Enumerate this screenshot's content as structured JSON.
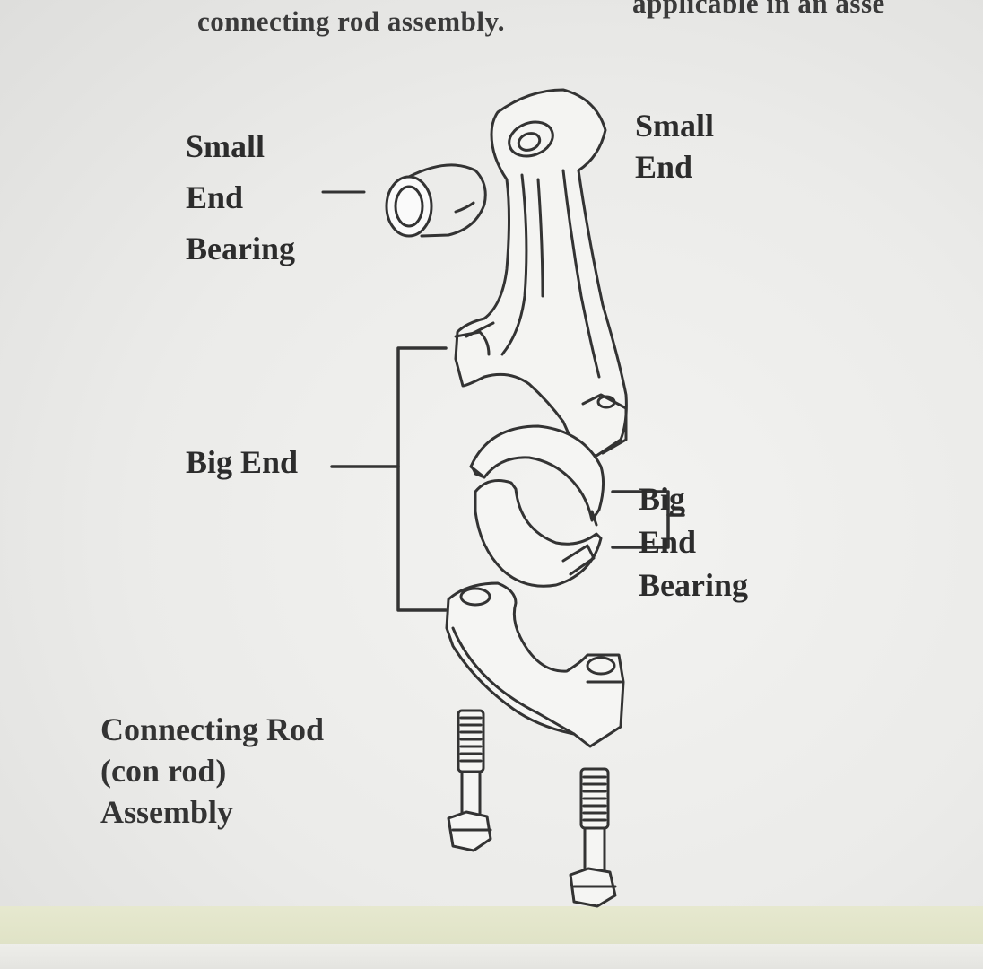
{
  "header": {
    "line1": "applicable in an asse",
    "line2": "connecting rod assembly."
  },
  "labels": {
    "small_end_bearing": [
      "Small",
      "End",
      "Bearing"
    ],
    "small_end": [
      "Small",
      "End"
    ],
    "big_end": "Big End",
    "big_end_bearing": [
      "Big",
      "End",
      "Bearing"
    ],
    "conrod_assembly": [
      "Connecting Rod",
      "(con rod)",
      "Assembly"
    ]
  },
  "colors": {
    "line": "#333333",
    "background": "#ebebe9"
  }
}
